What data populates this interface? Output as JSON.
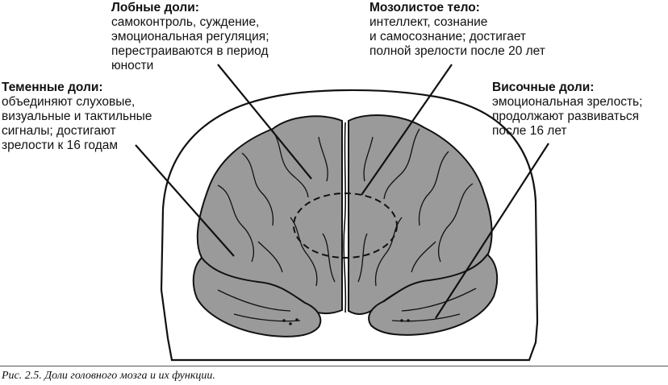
{
  "labels": {
    "frontal": {
      "title": "Лобные доли:",
      "lines": [
        "самоконтроль, суждение,",
        "эмоциональная регуляция;",
        "перестраиваются в период",
        "юности"
      ]
    },
    "corpus_callosum": {
      "title": "Мозолистое тело:",
      "lines": [
        "интеллект, сознание",
        "и самосознание; достигает",
        "полной зрелости после 20 лет"
      ]
    },
    "parietal": {
      "title": "Теменные доли:",
      "lines": [
        "объединяют слуховые,",
        "визуальные и тактильные",
        "сигналы; достигают",
        "зрелости к 16 годам"
      ]
    },
    "temporal": {
      "title": "Височные доли:",
      "lines": [
        "эмоциональная зрелость;",
        "продолжают развиваться",
        "после 16 лет"
      ]
    }
  },
  "caption": {
    "prefix": "Рис. 2.5.",
    "text": " Доли головного мозга и их функции."
  },
  "colors": {
    "brain_fill": "#9a9a9a",
    "outline": "#111111",
    "background": "#ffffff"
  }
}
